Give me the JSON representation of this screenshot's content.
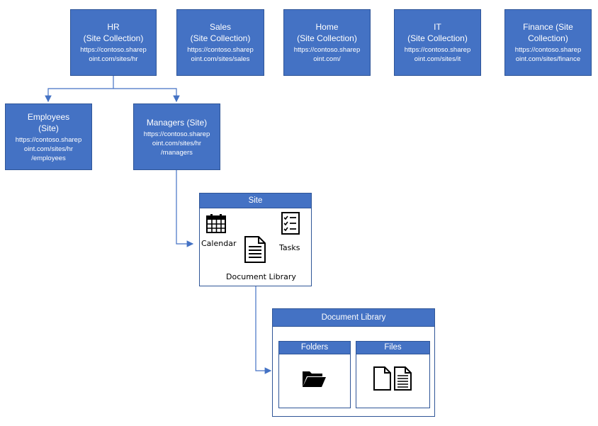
{
  "colors": {
    "box_fill": "#4472C4",
    "box_border": "#2F5597",
    "line": "#4472C4"
  },
  "collections": [
    {
      "title": "HR",
      "sub": "(Site Collection)",
      "url1": "https://contoso.sharep",
      "url2": "oint.com/sites/hr"
    },
    {
      "title": "Sales",
      "sub": "(Site Collection)",
      "url1": "https://contoso.sharep",
      "url2": "oint.com/sites/sales"
    },
    {
      "title": "Home",
      "sub": "(Site Collection)",
      "url1": "https://contoso.sharep",
      "url2": "oint.com/"
    },
    {
      "title": "IT",
      "sub": "(Site Collection)",
      "url1": "https://contoso.sharep",
      "url2": "oint.com/sites/it"
    },
    {
      "title": "Finance (Site",
      "sub": "Collection)",
      "url1": "https://contoso.sharep",
      "url2": "oint.com/sites/finance"
    }
  ],
  "sites": [
    {
      "title": "Employees",
      "sub": "(Site)",
      "url1": "https://contoso.sharep",
      "url2": "oint.com/sites/hr",
      "url3": "/employees"
    },
    {
      "title": "Managers (Site)",
      "url1": "https://contoso.sharep",
      "url2": "oint.com/sites/hr",
      "url3": "/managers"
    }
  ],
  "site_panel": {
    "header": "Site",
    "calendar": "Calendar",
    "tasks": "Tasks",
    "document_library": "Document Library",
    "icons": [
      "calendar-icon",
      "tasks-icon",
      "document-icon"
    ]
  },
  "doclib_panel": {
    "header": "Document Library",
    "folders": "Folders",
    "files": "Files",
    "icons": [
      "folder-open-icon",
      "files-icon"
    ]
  }
}
